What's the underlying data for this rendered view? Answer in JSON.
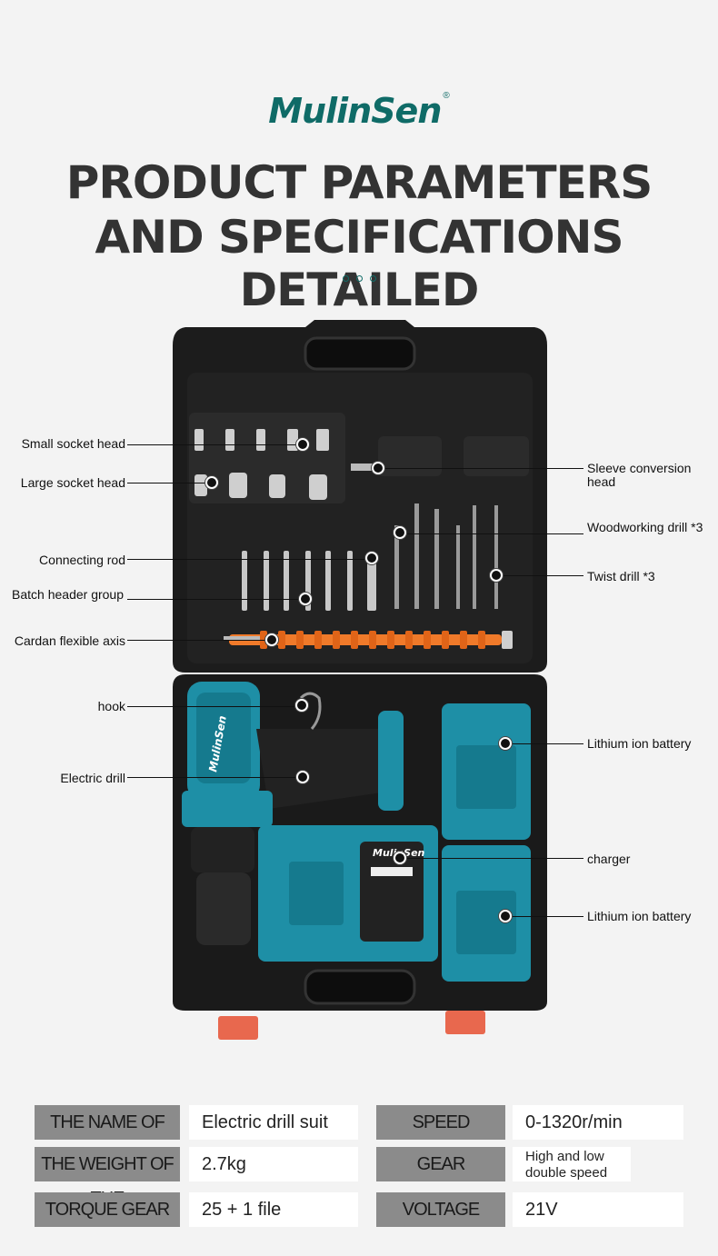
{
  "brand": {
    "name": "MulinSen",
    "reg": "®"
  },
  "title": {
    "line1": "PRODUCT PARAMETERS",
    "line2": "AND SPECIFICATIONS DETAILED"
  },
  "case_branding": {
    "drill_logo": "MulinSen",
    "charger_logo": "MulinSen"
  },
  "callouts": {
    "small_socket_head": "Small socket head",
    "large_socket_head": "Large socket head",
    "connecting_rod": "Connecting rod",
    "batch_header_group": "Batch header group",
    "cardan_flexible_axis": "Cardan flexible axis",
    "hook": "hook",
    "electric_drill": "Electric drill",
    "sleeve_conversion_head": "Sleeve conversion head",
    "woodworking_drill": "Woodworking drill *3",
    "twist_drill": "Twist drill *3",
    "lithium_battery_1": "Lithium ion battery",
    "charger": "charger",
    "lithium_battery_2": "Lithium ion battery"
  },
  "specs": {
    "name_label": "THE NAME OF THE",
    "name_value": "Electric drill suit",
    "weight_label": "THE WEIGHT OF THE",
    "weight_value": "2.7kg",
    "torque_label": "TORQUE GEAR",
    "torque_value": "25 + 1 file",
    "speed_label": "SPEED",
    "speed_value": "0-1320r/min",
    "gear_label": "GEAR",
    "gear_value": "High and low double speed",
    "voltage_label": "VOLTAGE",
    "voltage_value": "21V"
  },
  "colors": {
    "brand": "#0f6b67",
    "tool_teal": "#1e8fa6",
    "case": "#1c1c1c",
    "latch": "#e8684e",
    "flex": "#f07a2a"
  }
}
